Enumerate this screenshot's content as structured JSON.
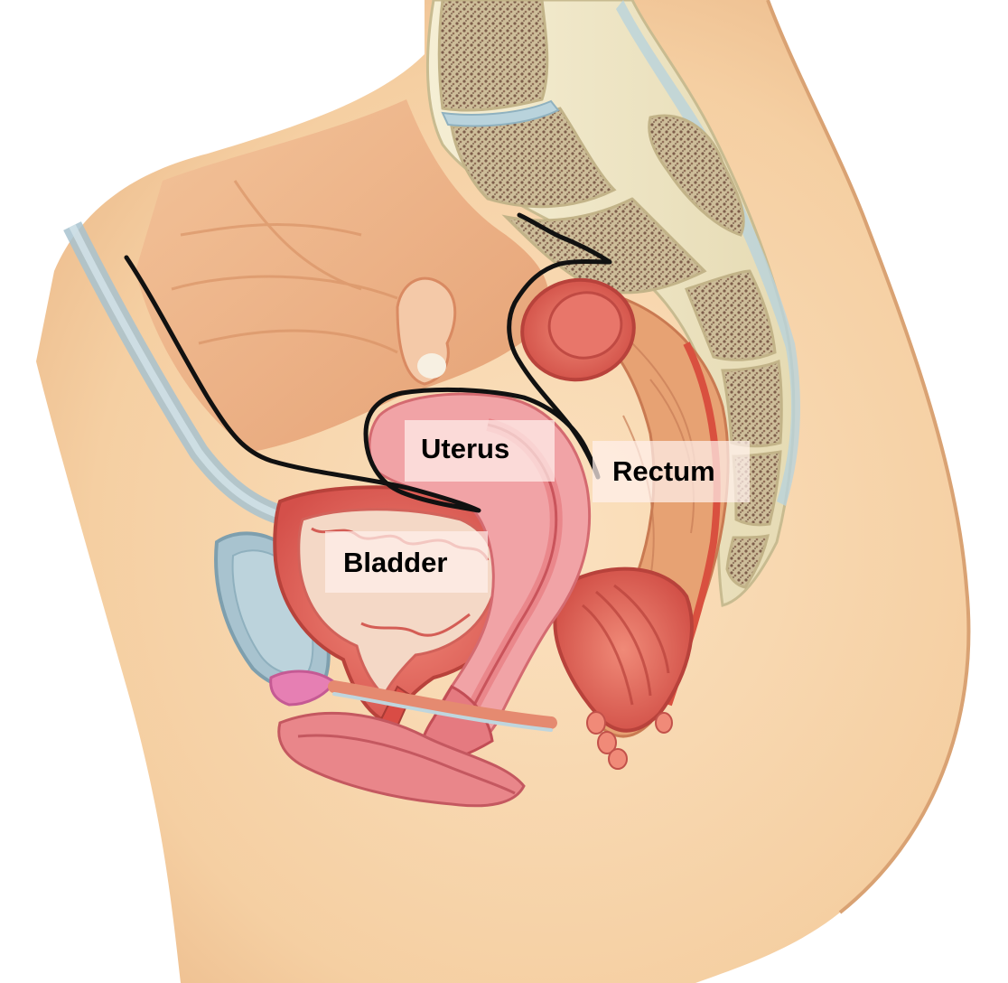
{
  "diagram": {
    "labels": {
      "uterus": "Uterus",
      "rectum": "Rectum",
      "bladder": "Bladder"
    },
    "colors": {
      "skin": "#f7d3a8",
      "skin_dark": "#e8b07e",
      "muscle": "#e9a47a",
      "bone": "#efe6c4",
      "bone_marrow": "#8a6a55",
      "cartilage": "#b9d3dc",
      "organ_red": "#e0605a",
      "organ_pink": "#f1a3a6",
      "peritoneum_line": "#111111"
    }
  }
}
